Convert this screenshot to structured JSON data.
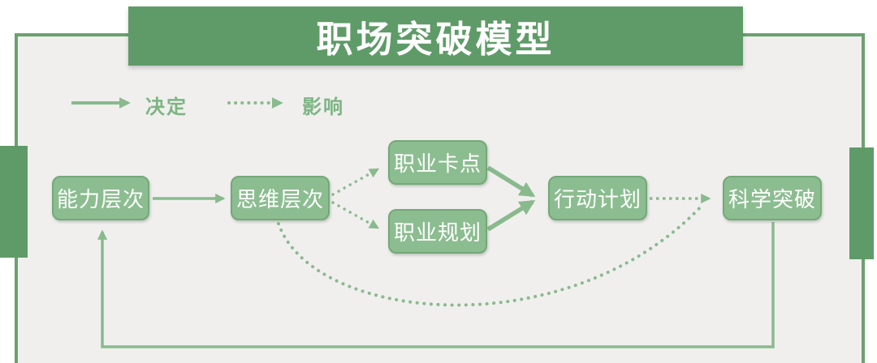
{
  "title": "职场突破模型",
  "legend": {
    "solid_label": "决定",
    "dotted_label": "影响"
  },
  "nodes": {
    "ability": "能力层次",
    "thinking": "思维层次",
    "career_stuck": "职业卡点",
    "career_plan": "职业规划",
    "action": "行动计划",
    "breakthrough": "科学突破"
  },
  "diagram": {
    "type": "flowchart",
    "edges": [
      {
        "from": "能力层次",
        "to": "思维层次",
        "style": "solid",
        "meaning": "决定"
      },
      {
        "from": "思维层次",
        "to": "职业卡点",
        "style": "dotted",
        "meaning": "影响"
      },
      {
        "from": "思维层次",
        "to": "职业规划",
        "style": "dotted",
        "meaning": "影响"
      },
      {
        "from": "职业卡点",
        "to": "行动计划",
        "style": "solid",
        "meaning": "决定"
      },
      {
        "from": "职业规划",
        "to": "行动计划",
        "style": "solid",
        "meaning": "决定"
      },
      {
        "from": "行动计划",
        "to": "科学突破",
        "style": "dotted",
        "meaning": "影响"
      },
      {
        "from": "思维层次",
        "to": "科学突破",
        "style": "dotted-curve",
        "meaning": "影响"
      },
      {
        "from": "科学突破",
        "to": "能力层次",
        "style": "solid-feedback",
        "meaning": "决定"
      }
    ]
  },
  "colors": {
    "banner_green": "#5f9b68",
    "node_fill": "#8cbd90",
    "node_border": "#74a878",
    "line_green": "#89ba8d",
    "legend_text": "#7cb583",
    "inner_background": "#f0efee"
  }
}
